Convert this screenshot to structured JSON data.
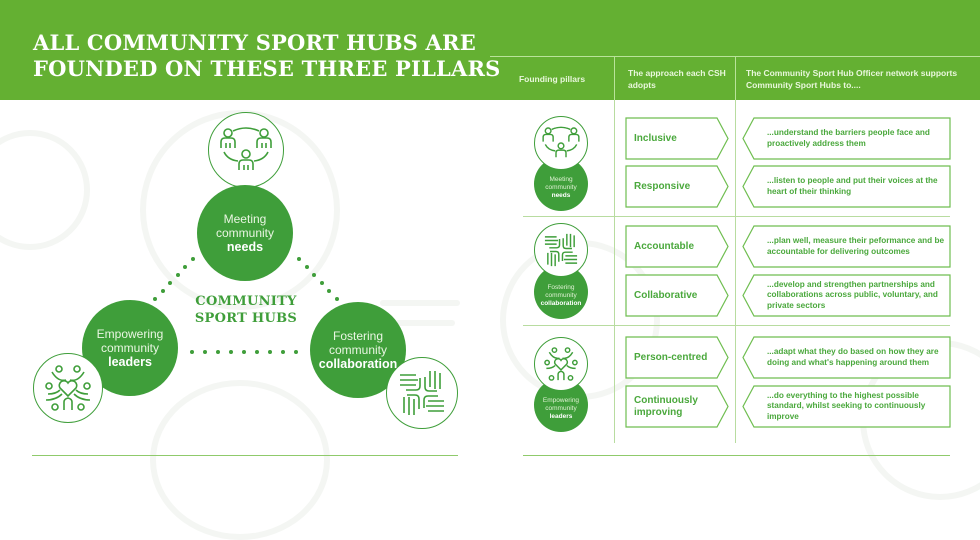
{
  "header": {
    "title_line1": "ALL COMMUNITY SPORT HUBS ARE",
    "title_line2": "FOUNDED ON THESE THREE PILLARS"
  },
  "diagram": {
    "center_title_line1": "COMMUNITY",
    "center_title_line2": "SPORT HUBS",
    "pillars": [
      {
        "line1": "Meeting",
        "line2": "community",
        "bold": "needs",
        "icon": "people-network-icon"
      },
      {
        "line1": "Empowering",
        "line2": "community",
        "bold": "leaders",
        "icon": "heart-people-icon"
      },
      {
        "line1": "Fostering",
        "line2": "community",
        "bold": "collaboration",
        "icon": "joined-hands-icon"
      }
    ]
  },
  "table": {
    "headers": {
      "col1": "Founding pillars",
      "col2": "The approach each CSH adopts",
      "col3": "The Community Sport Hub Officer network supports Community Sport Hubs to...."
    },
    "rows": [
      {
        "pillar": {
          "line1": "Meeting",
          "line2": "community",
          "bold": "needs"
        },
        "items": [
          {
            "approach": "Inclusive",
            "support": "...understand the barriers people face and proactively address them"
          },
          {
            "approach": "Responsive",
            "support": "...listen to people and put their voices at the heart of their thinking"
          }
        ]
      },
      {
        "pillar": {
          "line1": "Fostering",
          "line2": "community",
          "bold": "collaboration"
        },
        "items": [
          {
            "approach": "Accountable",
            "support": "...plan well, measure their peformance and be accountable for delivering outcomes"
          },
          {
            "approach": "Collaborative",
            "support": "...develop and strengthen partnerships and collaborations across public, voluntary, and private sectors"
          }
        ]
      },
      {
        "pillar": {
          "line1": "Empowering",
          "line2": "community",
          "bold": "leaders"
        },
        "items": [
          {
            "approach": "Person-centred",
            "support": "...adapt what they do based on how they are doing and what's happening around them"
          },
          {
            "approach": "Continuously improving",
            "support": "...do everything to the highest possible standard, whilst seeking to continuously improve"
          }
        ]
      }
    ]
  },
  "colors": {
    "banner": "#64b032",
    "pillar_green": "#3f9e3a",
    "text_green": "#4aa83c",
    "line_green": "#8fca6b"
  }
}
